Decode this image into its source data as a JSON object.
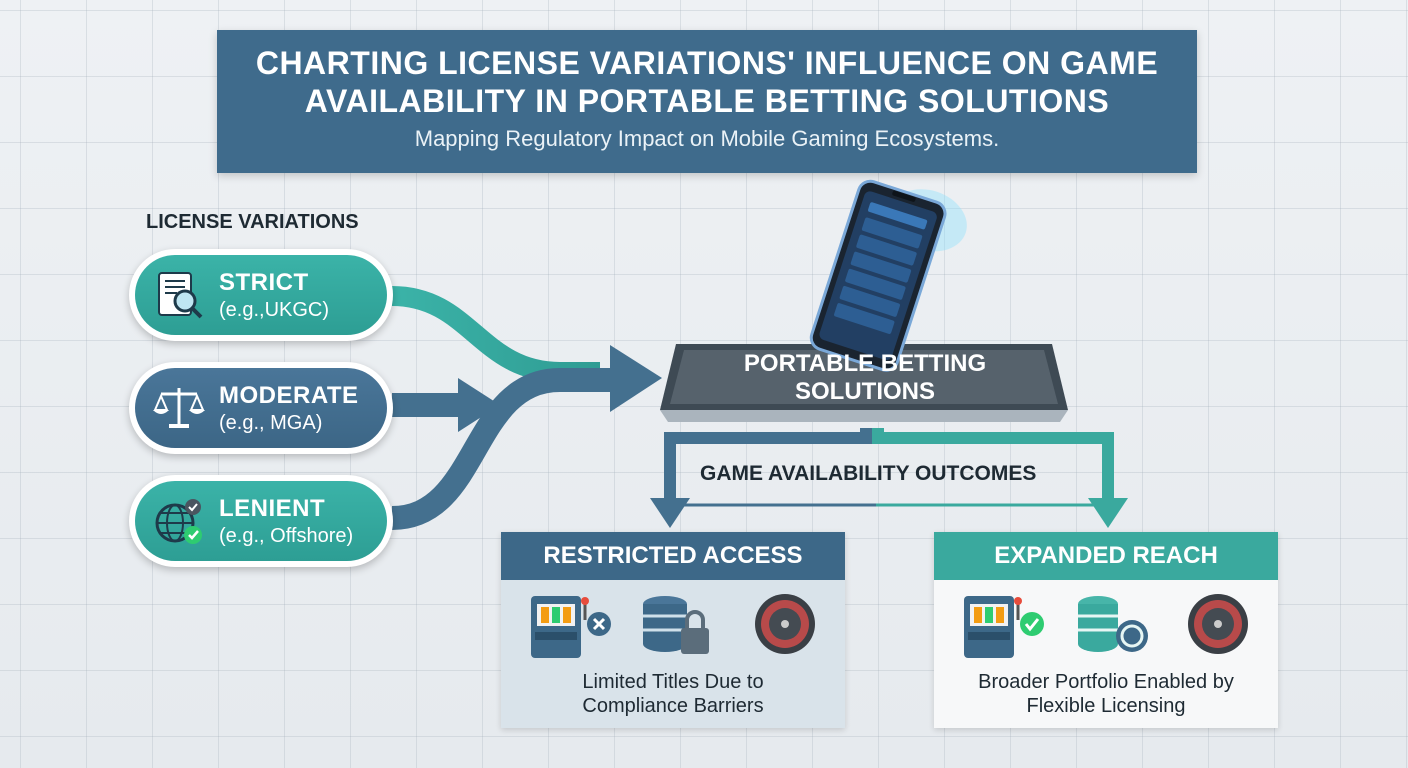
{
  "header": {
    "title": "CHARTING LICENSE VARIATIONS' INFLUENCE ON GAME AVAILABILITY IN PORTABLE BETTING SOLUTIONS",
    "subtitle": "Mapping Regulatory Impact on Mobile Gaming Ecosystems."
  },
  "licenses": {
    "label": "LICENSE VARIATIONS",
    "items": [
      {
        "title": "STRICT",
        "example": "(e.g.,UKGC)",
        "icon": "document-search-icon",
        "color": "#3bb3a8"
      },
      {
        "title": "MODERATE",
        "example": "(e.g., MGA)",
        "icon": "scales-icon",
        "color": "#4a7699"
      },
      {
        "title": "LENIENT",
        "example": "(e.g., Offshore)",
        "icon": "globe-check-icon",
        "color": "#3bb3a8"
      }
    ]
  },
  "platform": {
    "label": "PORTABLE BETTING SOLUTIONS",
    "icon": "smartphone-icon"
  },
  "outcomes": {
    "label": "GAME AVAILABILITY OUTCOMES",
    "restricted": {
      "title": "RESTRICTED ACCESS",
      "text": "Limited Titles Due to Compliance Barriers",
      "icons": [
        "slot-machine-icon",
        "cross-icon",
        "chips-lock-icon",
        "roulette-icon"
      ],
      "color": "#3d6888"
    },
    "expanded": {
      "title": "EXPANDED REACH",
      "text": "Broader Portfolio Enabled by Flexible Licensing",
      "icons": [
        "slot-machine-icon",
        "check-icon",
        "chips-icon",
        "roulette-icon"
      ],
      "color": "#3aa99e"
    }
  }
}
